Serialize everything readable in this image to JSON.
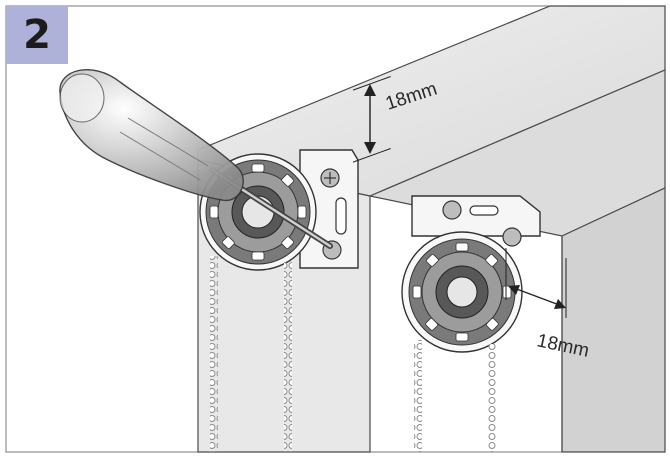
{
  "step": {
    "number": "2",
    "badge_color": "#aeb1d8"
  },
  "dimensions": {
    "top_offset": "18mm",
    "side_offset": "18mm"
  },
  "colors": {
    "wall": "#e3e3e3",
    "wall_front": "#ececec",
    "outline": "#3a3a3a",
    "bracket": "#f4f4f4",
    "gear": "#6b6b6b",
    "chain": "#9a9a9a"
  },
  "icons": {
    "tool": "screwdriver-icon",
    "left_mechanism": "chain-mechanism-icon",
    "right_mechanism": "chain-mechanism-icon"
  }
}
